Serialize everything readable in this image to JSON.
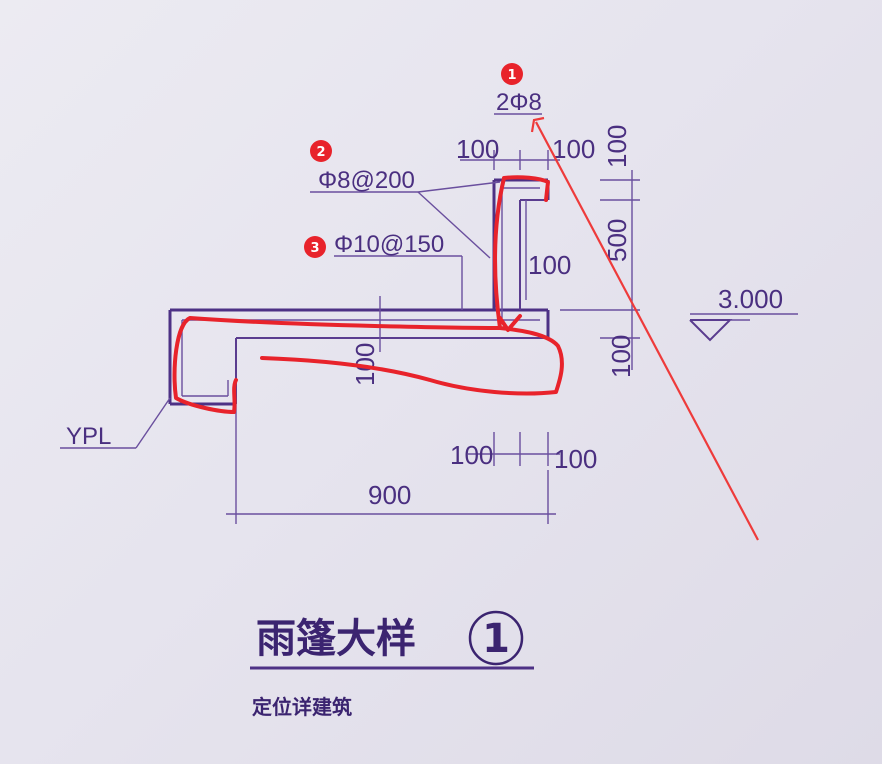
{
  "drawing": {
    "rebar_top": "2Φ8",
    "rebar_stirrup": "Φ8@200",
    "rebar_slab": "Φ10@150",
    "member_label": "YPL",
    "elevation": "3.000",
    "dim_top_left": "100",
    "dim_top_right": "100",
    "dim_right_top": "100",
    "dim_right_mid": "500",
    "dim_inner_height": "100",
    "dim_slab_thickness": "100",
    "dim_right_bottom": "100",
    "dim_bottom_left": "100",
    "dim_bottom_right": "100",
    "dim_span": "900",
    "title": "雨篷大样",
    "title_number": "1",
    "note": "定位详建筑"
  },
  "annotations": {
    "badge_1": "1",
    "badge_2": "2",
    "badge_3": "3",
    "badge_color": "#e8232b",
    "markup_color": "#e8232b"
  }
}
